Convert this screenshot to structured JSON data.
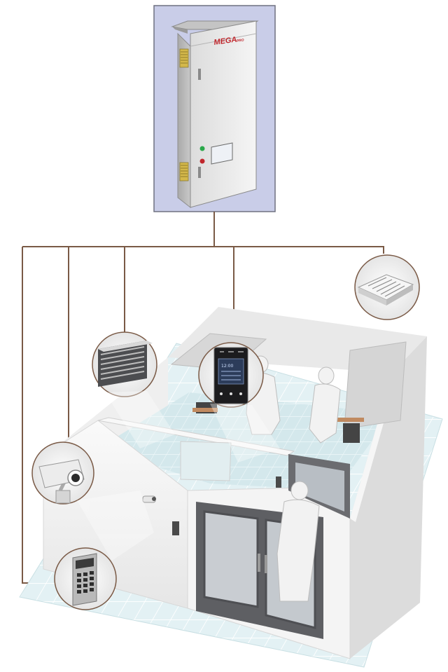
{
  "cabinet": {
    "brand": "MEGA",
    "brand_suffix": "PRO"
  },
  "control_panel": {
    "top_labels": [
      "",
      "",
      ""
    ],
    "time": "12:00"
  },
  "colors": {
    "frame_bg": "#c9cde8",
    "wire": "#7a5a46",
    "brand_red": "#c0262c",
    "floor_tile": "#d8ecf0",
    "wall": "#f3f3f3"
  },
  "icons": {
    "cabinet": "control-cabinet-icon",
    "vent": "air-vent-grille-icon",
    "panel": "touch-control-panel-icon",
    "ceiling_diffuser": "ceiling-diffuser-icon",
    "camera": "security-camera-icon",
    "keypad": "access-keypad-icon"
  }
}
